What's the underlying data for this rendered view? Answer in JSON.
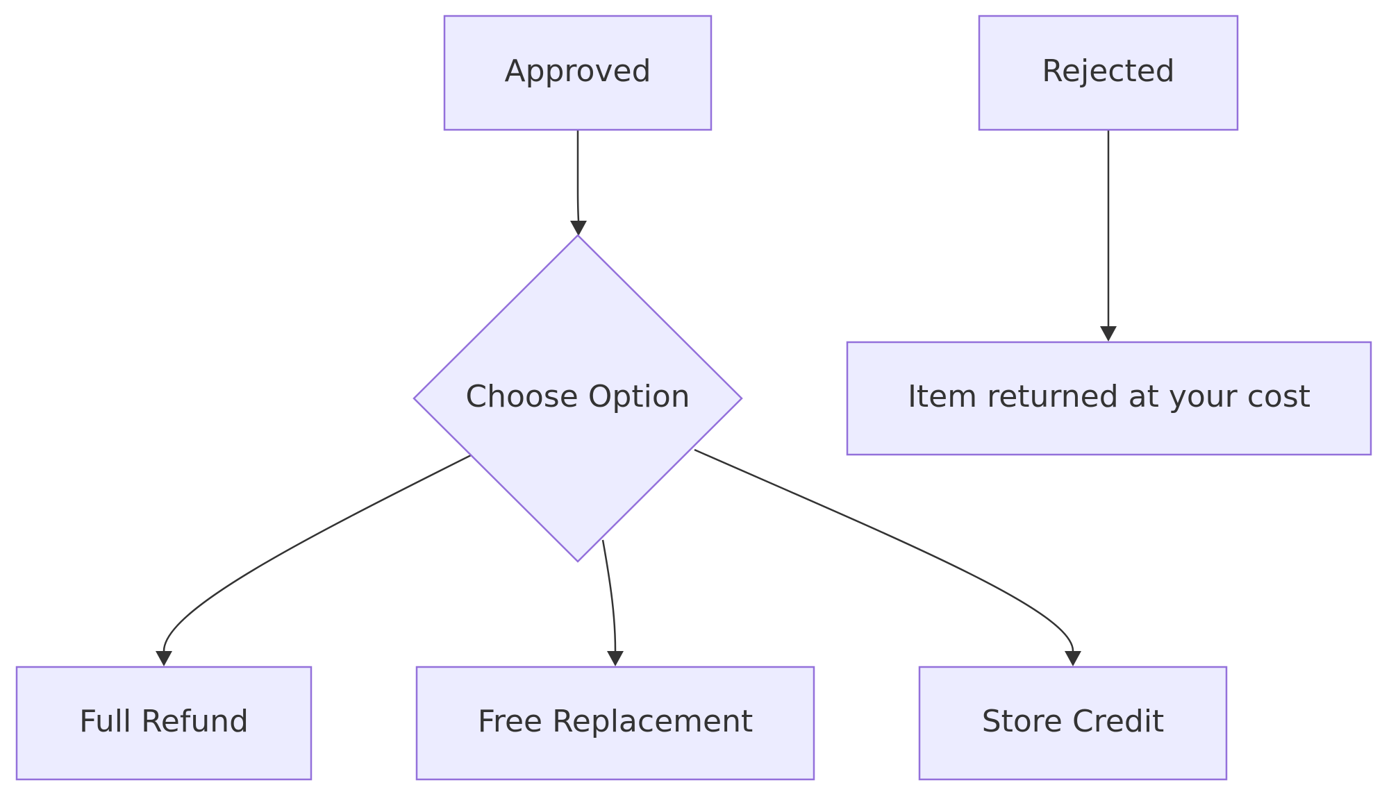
{
  "diagram": {
    "nodes": {
      "approved": "Approved",
      "rejected": "Rejected",
      "choose_option": "Choose Option",
      "item_returned": "Item returned at your cost",
      "full_refund": "Full Refund",
      "free_replacement": "Free Replacement",
      "store_credit": "Store Credit"
    },
    "edges": [
      {
        "from": "Approved",
        "to": "Choose Option"
      },
      {
        "from": "Rejected",
        "to": "Item returned at your cost"
      },
      {
        "from": "Choose Option",
        "to": "Full Refund"
      },
      {
        "from": "Choose Option",
        "to": "Free Replacement"
      },
      {
        "from": "Choose Option",
        "to": "Store Credit"
      }
    ],
    "colors": {
      "node_fill": "#ececff",
      "node_stroke": "#9370db",
      "edge": "#333333",
      "text": "#333333"
    }
  }
}
